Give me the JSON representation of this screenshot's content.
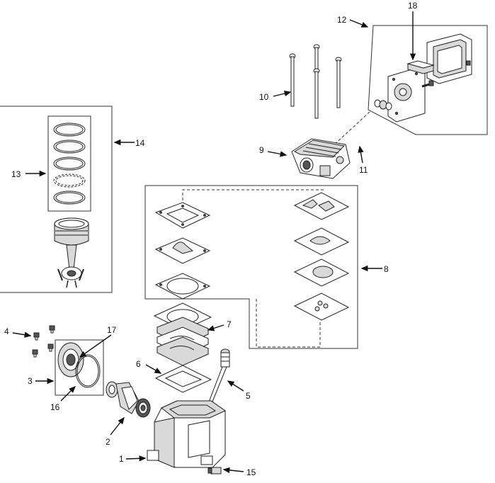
{
  "callouts": {
    "c1": "1",
    "c2": "2",
    "c3": "3",
    "c4": "4",
    "c5": "5",
    "c6": "6",
    "c7": "7",
    "c8": "8",
    "c9": "9",
    "c10": "10",
    "c11": "11",
    "c12": "12",
    "c13": "13",
    "c14": "14",
    "c15": "15",
    "c16": "16",
    "c17": "17",
    "c18": "18"
  },
  "colors": {
    "line": "#222222",
    "fill_light": "#d9d9d9",
    "fill_dark": "#555555",
    "background": "#ffffff"
  }
}
